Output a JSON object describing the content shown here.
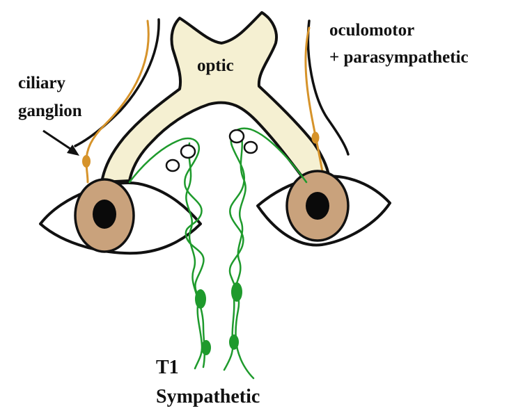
{
  "labels": {
    "optic": "optic",
    "oculomotor_line1": "oculomotor",
    "oculomotor_line2": "+ parasympathetic",
    "ciliary_line1": "ciliary",
    "ciliary_line2": "ganglion",
    "t1": "T1",
    "sympathetic": "Sympathetic"
  },
  "colors": {
    "optic_fill": "#f5f0d2",
    "outline": "#111111",
    "iris": "#c9a27c",
    "pupil": "#0a0a0a",
    "parasympathetic": "#d6932a",
    "sympathetic": "#1e9a2c"
  }
}
